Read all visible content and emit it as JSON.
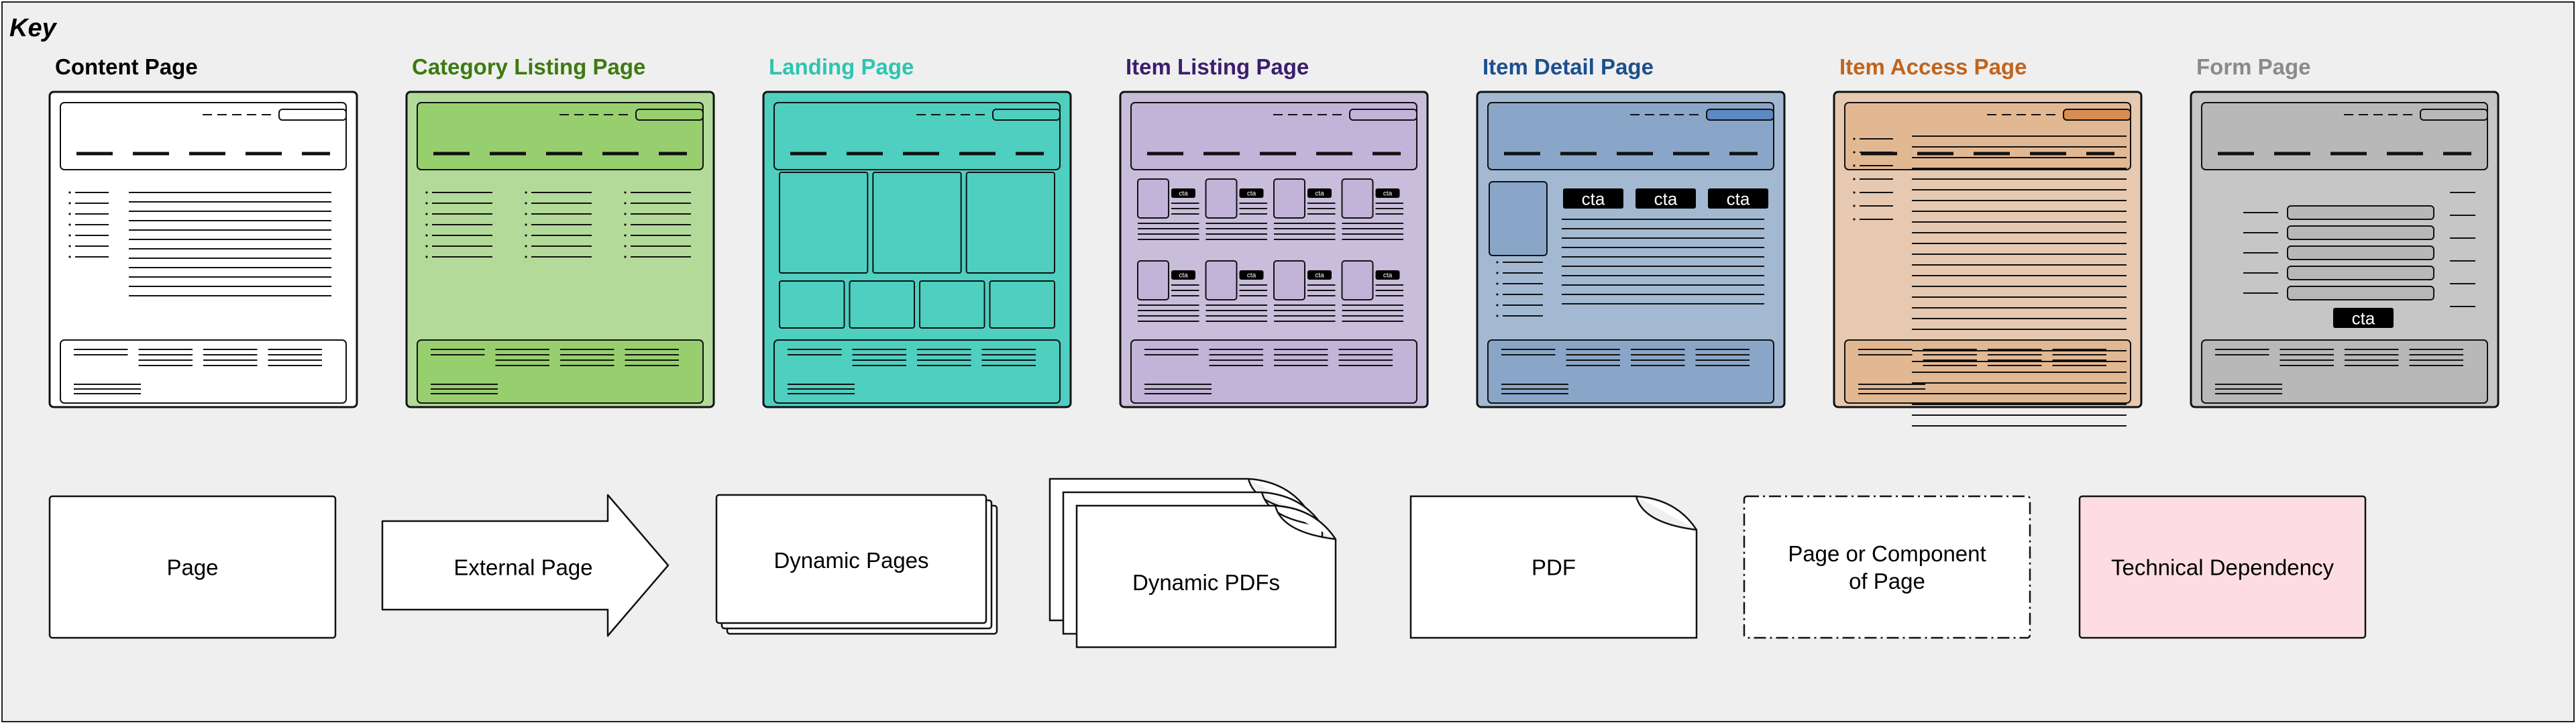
{
  "key_title": "Key",
  "page_types": [
    {
      "label": "Content Page",
      "label_color": "#000000",
      "fill": "#ffffff",
      "inner": "#ffffff",
      "layout": "content"
    },
    {
      "label": "Category Listing Page",
      "label_color": "#3d7a10",
      "fill": "#b3da99",
      "inner": "#97cf6e",
      "layout": "category"
    },
    {
      "label": "Landing Page",
      "label_color": "#2ec4b0",
      "fill": "#4ecfc0",
      "inner": "#4ecfc0",
      "layout": "landing"
    },
    {
      "label": "Item Listing Page",
      "label_color": "#3b1d6e",
      "fill": "#c8bedb",
      "inner": "#c2b3d9",
      "layout": "item_listing"
    },
    {
      "label": "Item Detail Page",
      "label_color": "#1c4f8c",
      "fill": "#a3b9d2",
      "inner": "#89a6c8",
      "layout": "item_detail"
    },
    {
      "label": "Item Access Page",
      "label_color": "#c0641c",
      "fill": "#e6c9b0",
      "inner": "#e2b893",
      "layout": "item_access"
    },
    {
      "label": "Form Page",
      "label_color": "#8a8a8a",
      "fill": "#c6c6c6",
      "inner": "#b8b8b8",
      "layout": "form"
    }
  ],
  "cta_label": "cta",
  "shapes": [
    {
      "label": "Page",
      "kind": "page"
    },
    {
      "label": "External Page",
      "kind": "external"
    },
    {
      "label": "Dynamic Pages",
      "kind": "dynamic_pages"
    },
    {
      "label": "Dynamic PDFs",
      "kind": "dynamic_pdfs"
    },
    {
      "label": "PDF",
      "kind": "pdf"
    },
    {
      "label": "Page or Component of Page",
      "kind": "component"
    },
    {
      "label": "Technical Dependency",
      "kind": "dependency",
      "fill": "#fddde3"
    }
  ]
}
